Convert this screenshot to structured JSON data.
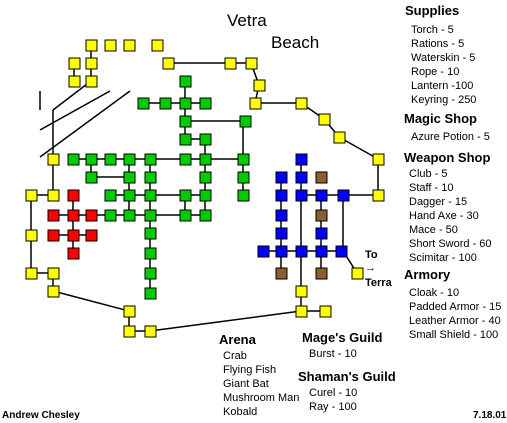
{
  "title_line1": "Vetra",
  "title_line2": "Beach",
  "colors": {
    "road": "#ffff00",
    "forest": "#00cc00",
    "water": "#0000ff",
    "danger": "#ff0000",
    "shop": "#8a6030",
    "outline": "#000000"
  },
  "supplies": {
    "header": "Supplies",
    "items": [
      "Torch - 5",
      "Rations - 5",
      "Waterskin - 5",
      "Rope - 10",
      "Lantern -100",
      "Keyring - 250"
    ]
  },
  "magic_shop": {
    "header": "Magic Shop",
    "items": [
      "Azure Potion - 5"
    ]
  },
  "weapon_shop": {
    "header": "Weapon Shop",
    "items": [
      "Club - 5",
      "Staff - 10",
      "Dagger - 15",
      "Hand Axe - 30",
      "Mace - 50",
      "Short Sword - 60",
      "Scimitar - 100"
    ]
  },
  "armory": {
    "header": "Armory",
    "items": [
      "Cloak - 10",
      "Padded Armor - 15",
      "Leather Armor - 40",
      "Small Shield - 100"
    ]
  },
  "arena": {
    "header": "Arena",
    "items": [
      "Crab",
      "Flying Fish",
      "Giant Bat",
      "Mushroom Man",
      "Kobald"
    ]
  },
  "mages_guild": {
    "header": "Mage's Guild",
    "items": [
      "Burst - 10"
    ]
  },
  "shamans_guild": {
    "header": "Shaman's Guild",
    "items": [
      "Curel - 10",
      "Ray - 100"
    ]
  },
  "exit_label_1": "To",
  "exit_label_2": "→",
  "exit_label_3": "Terra",
  "author": "Andrew Chesley",
  "date": "7.18.01"
}
